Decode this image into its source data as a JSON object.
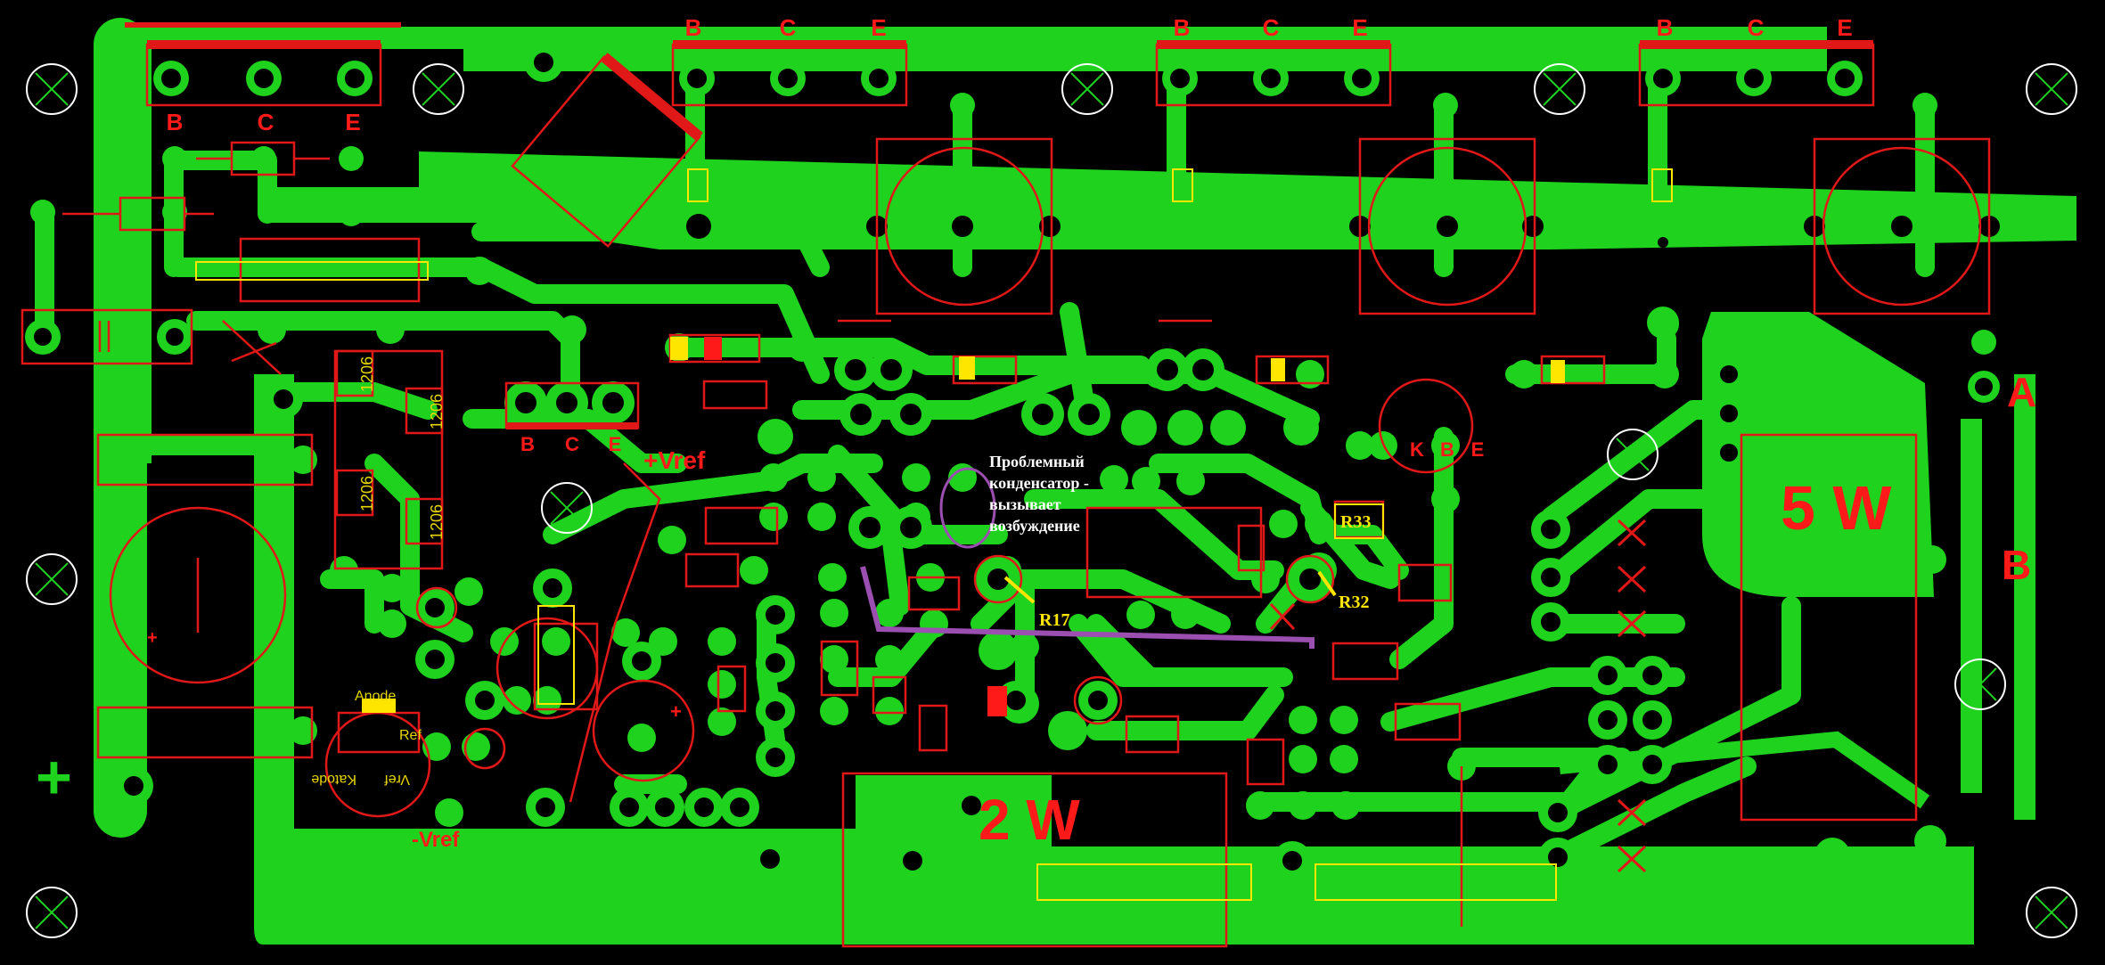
{
  "board": {
    "transistor_pins": [
      "B",
      "C",
      "E"
    ],
    "transistor_pins_bottom": [
      "B",
      "C",
      "E"
    ],
    "transistor_pins_mid": [
      "B",
      "C",
      "E"
    ],
    "triode_pins": [
      "K",
      "B",
      "E"
    ],
    "vref_plus": "+Vref",
    "vref_minus": "-Vref",
    "resistor_2w": "2 W",
    "resistor_5w": "5 W",
    "terminal_a": "A",
    "terminal_b": "B",
    "plus_sign": "+",
    "smd_1206": [
      "1206",
      "1206",
      "1206",
      "1206"
    ],
    "ref_anode": "Anode",
    "ref_katode": "Katode",
    "ref_vref": "Vref",
    "ref_ref": "Ref",
    "cap_plus": "+",
    "annotation_lines": [
      "Проблемный",
      "конденсатор -",
      "вызывает",
      "возбуждение"
    ],
    "r17": "R17",
    "r32": "R32",
    "r33": "R33"
  },
  "colors": {
    "copper": "#1ed21e",
    "silk": "#e01818",
    "marker": "#ffe600",
    "annotation_trace": "#9b4fb0",
    "background": "#000000"
  }
}
